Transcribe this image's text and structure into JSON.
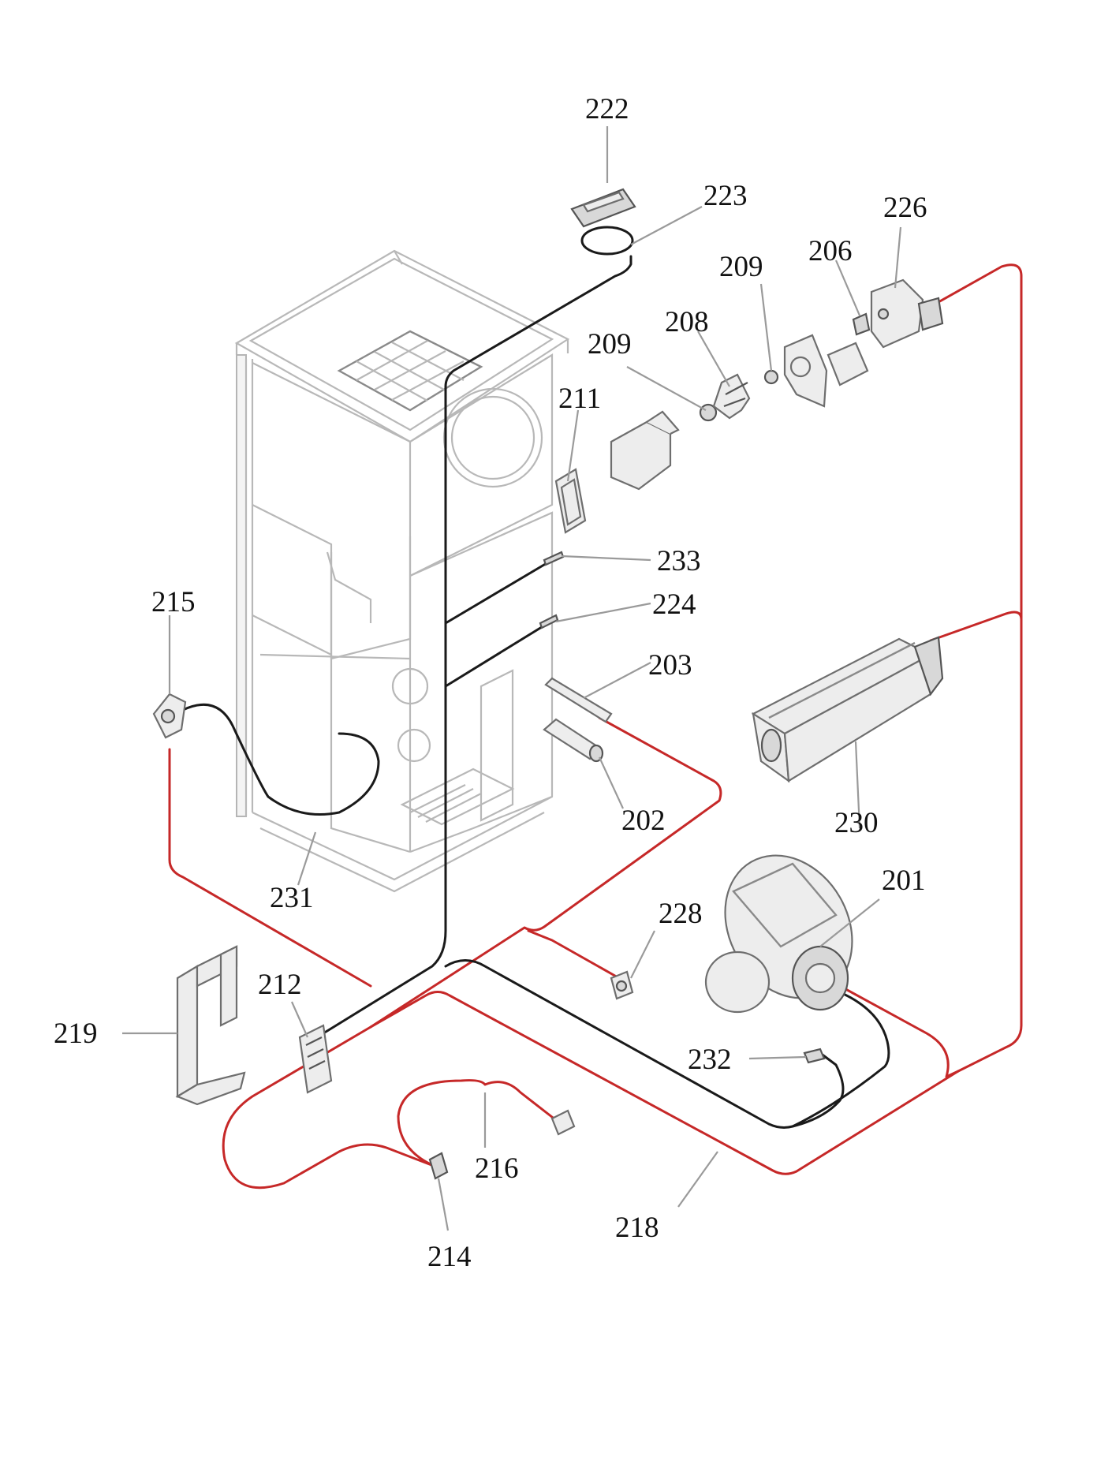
{
  "labels": {
    "p201": "201",
    "p202": "202",
    "p203": "203",
    "p206": "206",
    "p208": "208",
    "p209a": "209",
    "p209b": "209",
    "p211": "211",
    "p212": "212",
    "p214": "214",
    "p215": "215",
    "p216": "216",
    "p218": "218",
    "p219": "219",
    "p222": "222",
    "p223": "223",
    "p224": "224",
    "p226": "226",
    "p228": "228",
    "p230": "230",
    "p231": "231",
    "p232": "232",
    "p233": "233"
  },
  "colors": {
    "power_wiring": "#c62828",
    "signal_wiring": "#1a1a1a",
    "housing_outline": "#b8b8b8"
  }
}
